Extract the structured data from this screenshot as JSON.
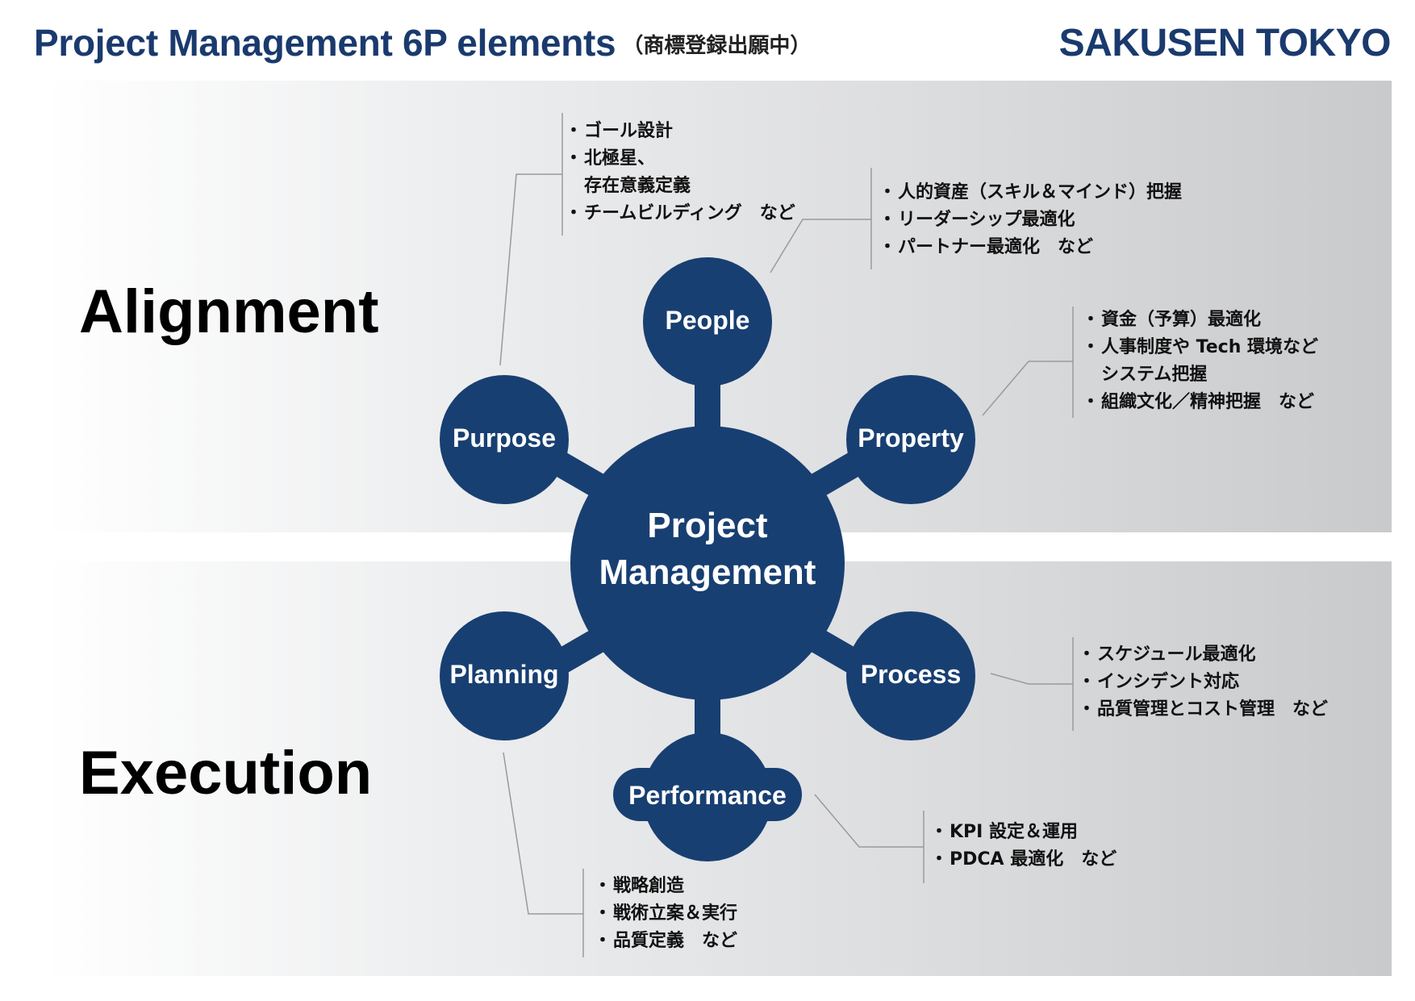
{
  "header": {
    "title": "Project Management 6P elements",
    "title_note": "（商標登録出願中）",
    "brand": "SAKUSEN TOKYO"
  },
  "sections": {
    "alignment": "Alignment",
    "execution": "Execution"
  },
  "hub": {
    "line1": "Project",
    "line2": "Management"
  },
  "nodes": {
    "people": "People",
    "purpose": "Purpose",
    "property": "Property",
    "planning": "Planning",
    "process": "Process",
    "performance": "Performance"
  },
  "details": {
    "purpose": [
      "ゴール設計",
      "北極星、",
      "存在意義定義",
      "チームビルディング　など"
    ],
    "people": [
      "人的資産（スキル＆マインド）把握",
      "リーダーシップ最適化",
      "パートナー最適化　など"
    ],
    "property": [
      "資金（予算）最適化",
      "人事制度や Tech 環境など",
      "システム把握",
      "組織文化／精神把握　など"
    ],
    "process": [
      "スケジュール最適化",
      "インシデント対応",
      "品質管理とコスト管理　など"
    ],
    "performance": [
      "KPI 設定＆運用",
      "PDCA 最適化　など"
    ],
    "planning": [
      "戦略創造",
      "戦術立案＆実行",
      "品質定義　など"
    ]
  },
  "colors": {
    "node": "#183f72",
    "title": "#1a3a6e",
    "connector": "#9a9a9a"
  }
}
